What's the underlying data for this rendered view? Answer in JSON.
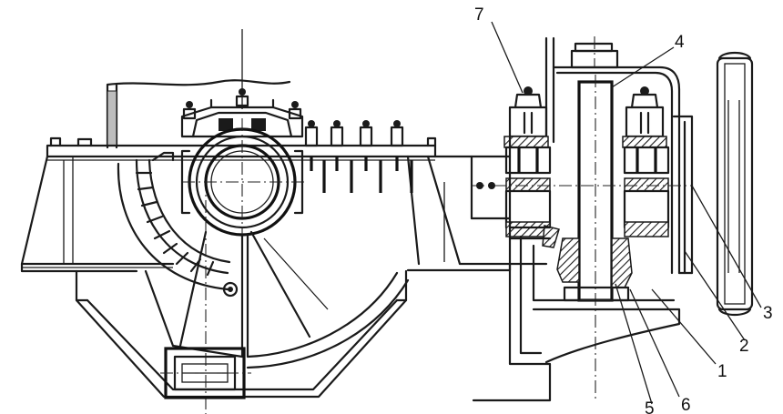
{
  "labels": [
    {
      "id": "1",
      "text": "1"
    },
    {
      "id": "2",
      "text": "2"
    },
    {
      "id": "3",
      "text": "3"
    },
    {
      "id": "4",
      "text": "4"
    },
    {
      "id": "5",
      "text": "5"
    },
    {
      "id": "6",
      "text": "6"
    },
    {
      "id": "7",
      "text": "7"
    }
  ]
}
